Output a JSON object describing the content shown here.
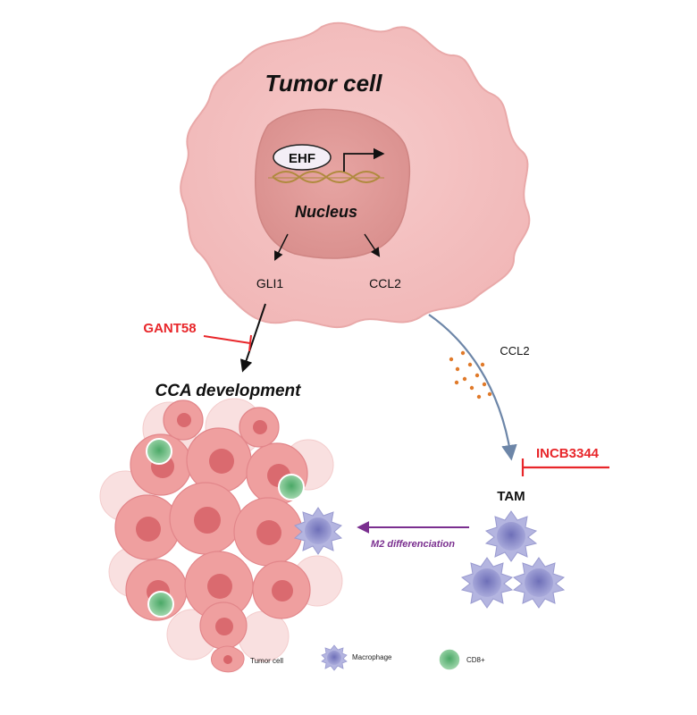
{
  "tumor_cell": {
    "title": "Tumor cell",
    "nucleus_label": "Nucleus",
    "gene": "EHF"
  },
  "targets": {
    "gli1": "GLI1",
    "ccl2": "CCL2"
  },
  "secreted": {
    "label": "CCL2"
  },
  "inhibitors": {
    "gant58": "GANT58",
    "incb3344": "INCB3344"
  },
  "outcome": {
    "cca": "CCA development"
  },
  "tam": {
    "label": "TAM"
  },
  "differentiation": {
    "label": "M2 differenciation"
  },
  "legend": {
    "tumor": "Tumor cell",
    "macrophage": "Macrophage",
    "cd8": "CD8+"
  },
  "colors": {
    "tumor_cell": "#f6c8c8",
    "nucleus": "#e39e9c",
    "inhibitor": "#e8262a",
    "macrophage": "#8f8fc9",
    "cd8": "#5fb37a",
    "m2_arrow": "#7a2f8f",
    "ccl2_dot": "#e07a2a"
  },
  "icons": {
    "promoter": "bent-arrow-icon",
    "dna": "dna-helix-icon",
    "inhibition": "t-bar-inhibition-icon"
  }
}
